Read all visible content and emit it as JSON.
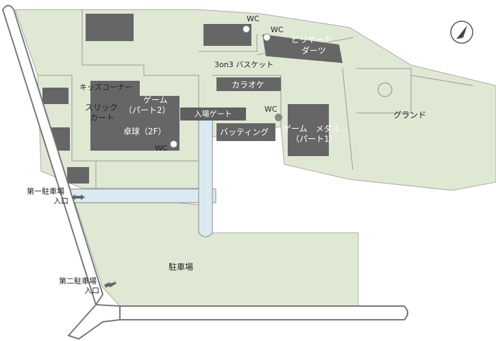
{
  "labels": {
    "wc_top": "WC",
    "wc_billiards": "WC",
    "billiards": "ビリヤード",
    "darts": "ダーツ",
    "basket": "3on3 バスケット",
    "karaoke": "カラオケ",
    "kids": "キッズコーナー",
    "game2_line1": "ゲーム",
    "game2_line2": "（パート2）",
    "slick_line1": "スリック",
    "slick_line2": "カート",
    "pingpong": "卓球（2F）",
    "wc_pingpong": "WC",
    "entrance_gate": "入場ゲート",
    "wc_gate": "WC",
    "batting": "バッティング",
    "game1_line1": "ゲーム　メダル",
    "game1_line2": "（パート1）",
    "ground": "グランド",
    "entrance1_line1": "第一駐車場",
    "entrance1_line2": "入口",
    "parking": "駐車場",
    "entrance2_line1": "第二駐車場",
    "entrance2_line2": "入口"
  },
  "colors": {
    "grounds": "#dfe8d3",
    "building": "#666666",
    "path": "#daeaf2",
    "road_outline": "#777777"
  },
  "icons": {
    "compass": "north-arrow-icon"
  }
}
